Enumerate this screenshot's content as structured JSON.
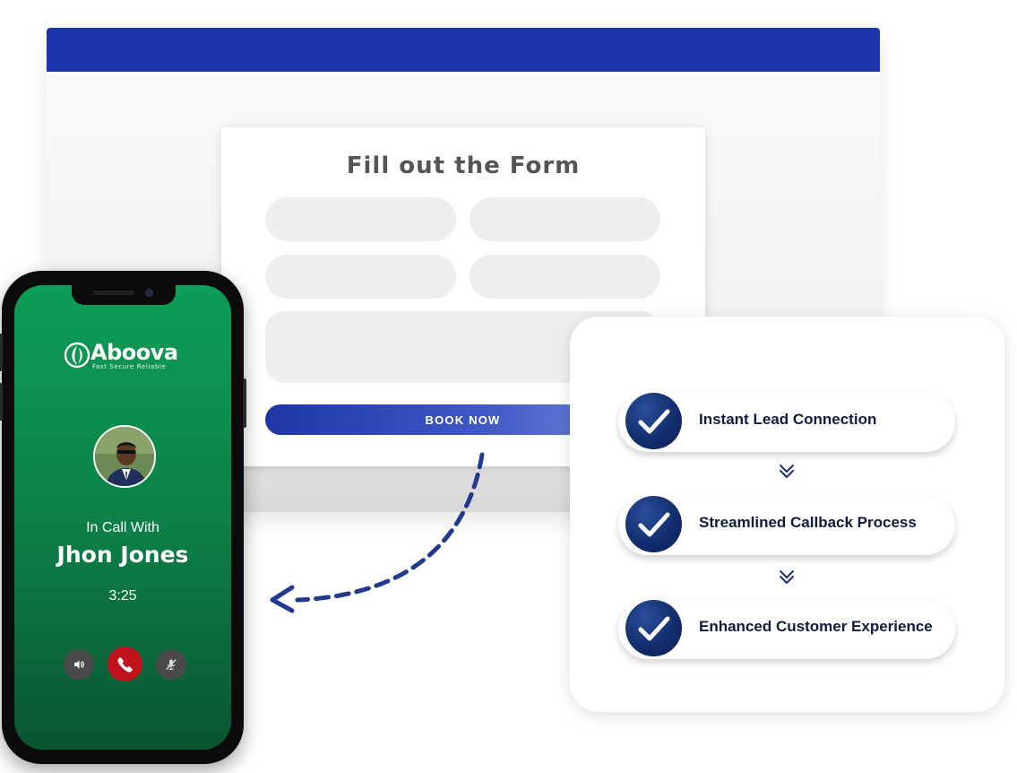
{
  "form": {
    "title": "Fill out the Form",
    "button_label": "BOOK NOW"
  },
  "phone": {
    "brand_name": "Aboova",
    "brand_tagline": "Fast Secure Reliable",
    "call_label": "In Call With",
    "caller_name": "Jhon Jones",
    "call_time": "3:25",
    "end_call_color": "#c0121b",
    "screen_color": "#0c7d45"
  },
  "features": {
    "items": [
      {
        "label": "Instant Lead Connection",
        "icon": "check-icon"
      },
      {
        "label": "Streamlined Callback Process",
        "icon": "check-icon"
      },
      {
        "label": "Enhanced Customer Experience",
        "icon": "check-icon"
      }
    ],
    "accent_color": "#132e6f"
  },
  "colors": {
    "browser_bar": "#1b36ab"
  }
}
